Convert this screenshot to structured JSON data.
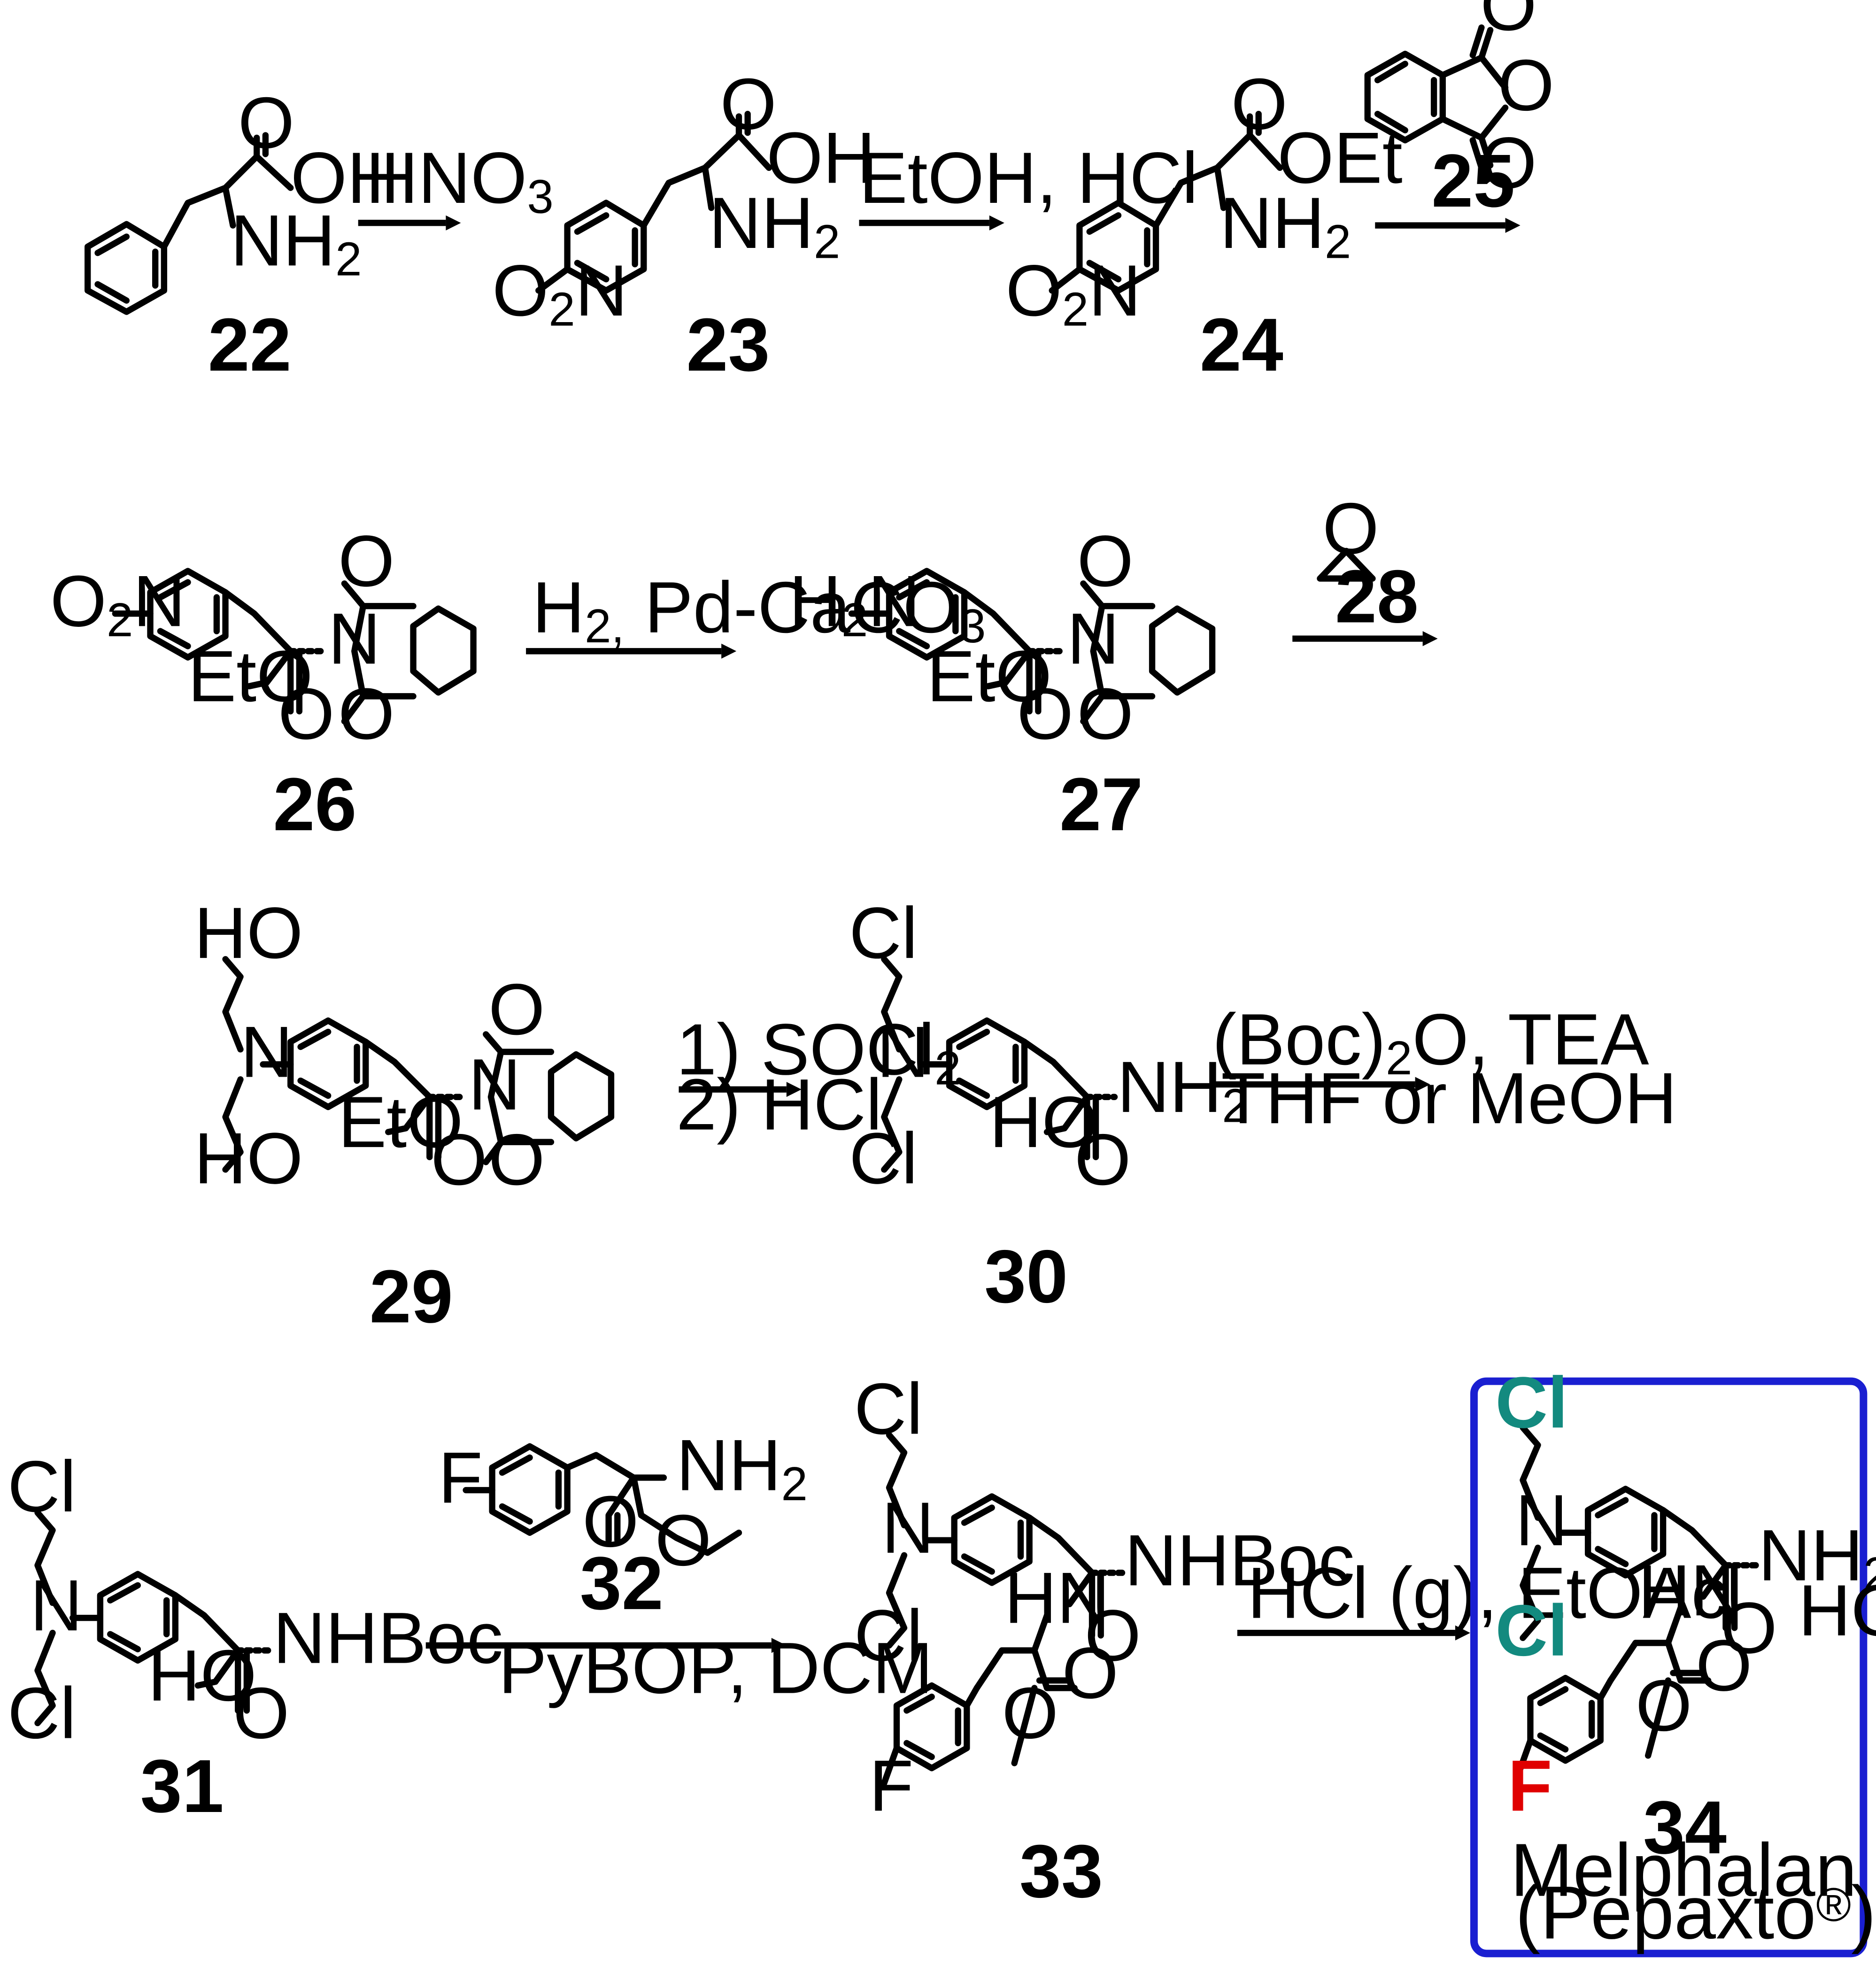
{
  "compounds": {
    "c22": "22",
    "c23": "23",
    "c24": "24",
    "c25": "25",
    "c26": "26",
    "c27": "27",
    "c28": "28",
    "c29": "29",
    "c30": "30",
    "c31": "31",
    "c32": "32",
    "c33": "33",
    "c34": "34"
  },
  "reagents": {
    "step1": "HNO",
    "step1_sub": "3",
    "step2": "EtOH, HCl",
    "step4_h2": "H",
    "step4_h2_sub": "2,",
    "step4_cat": " Pd-CaCO",
    "step4_cat_sub": "3",
    "step6_line1": "1) SOCl",
    "step6_line1_sub": "2",
    "step6_line2": "2) HCl",
    "step7_line1a": "(Boc)",
    "step7_line1_sub": "2",
    "step7_line1b": "O, TEA",
    "step7_line2": "THF or MeOH",
    "step8": "PyBOP,  DCM",
    "step9": "HCl (g), EtOAc"
  },
  "atoms": {
    "oh": "OH",
    "o": "O",
    "oet": "OEt",
    "eto": "EtO",
    "ho": "HO",
    "n": "N",
    "nh": "NH",
    "nh_sub": "2",
    "o2n_o": "O",
    "o2n_sub": "2",
    "o2n_n": "N",
    "h2n_h": "H",
    "h2n_sub": "2",
    "h2n_n": "N",
    "cl": "Cl",
    "f": "F",
    "nhboc": "NHBoc",
    "hn": "HN",
    "hcl": "HCl"
  },
  "product_caption": {
    "name": "Melphalan flufenamide",
    "brand_open": "(Pepaxto",
    "reg": "®",
    "brand_close": ") as HCl salt"
  },
  "colors": {
    "box": "#1a1fd1",
    "chlorine": "#138a7f",
    "fluorine": "#e00000"
  }
}
